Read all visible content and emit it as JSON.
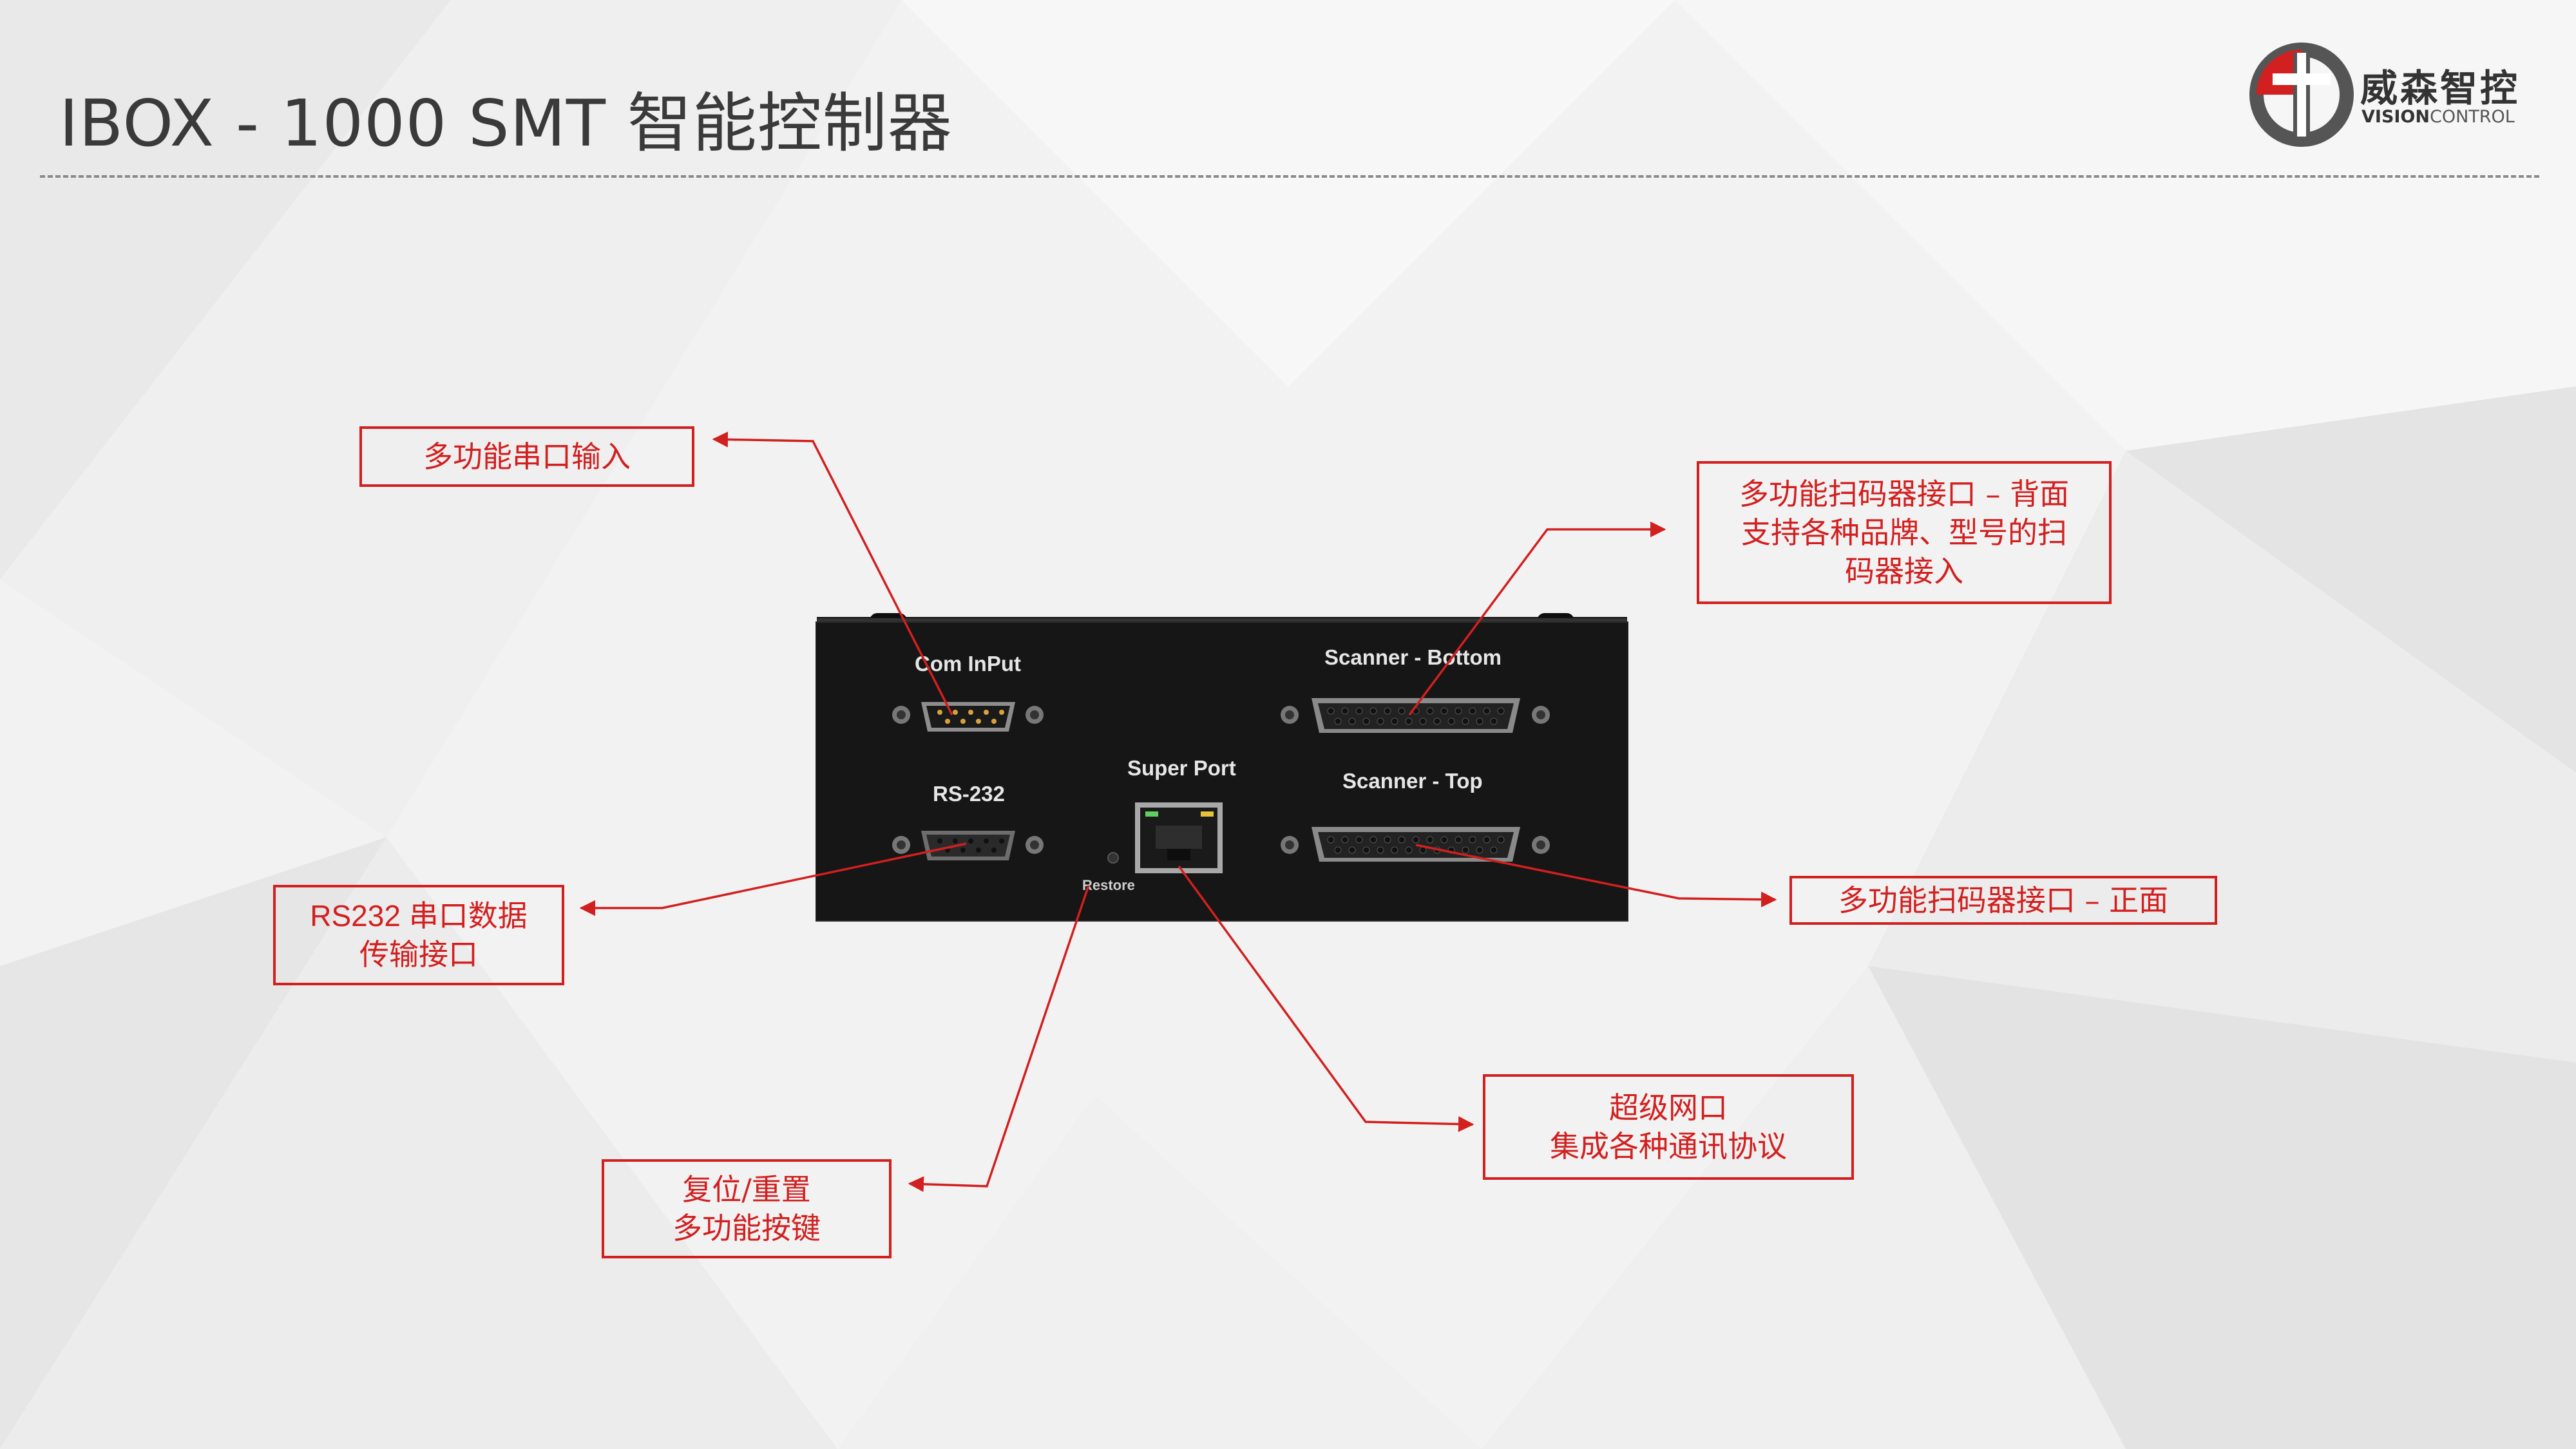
{
  "slide": {
    "title": "IBOX - 1000 SMT 智能控制器",
    "accent_color": "#d21f1f",
    "logo": {
      "cn": "威森智控",
      "en_bold": "VISION",
      "en_regular": "CONTROL",
      "icon": "vision-control-logo-icon"
    }
  },
  "device": {
    "labels": {
      "com_input": "Com InPut",
      "rs232": "RS-232",
      "super_port": "Super Port",
      "scanner_bottom": "Scanner - Bottom",
      "scanner_top": "Scanner - Top",
      "restore": "Restore"
    }
  },
  "callouts": {
    "com_input": {
      "line1": "多功能串口输入"
    },
    "rs232": {
      "line1": "RS232 串口数据",
      "line2": "传输接口"
    },
    "restore": {
      "line1": "复位/重置",
      "line2": "多功能按键"
    },
    "scanner_bottom": {
      "line1": "多功能扫码器接口 – 背面",
      "line2": "支持各种品牌、型号的扫",
      "line3": "码器接入"
    },
    "scanner_top": {
      "line1": "多功能扫码器接口 – 正面"
    },
    "super_port": {
      "line1": "超级网口",
      "line2": "集成各种通讯协议"
    }
  }
}
